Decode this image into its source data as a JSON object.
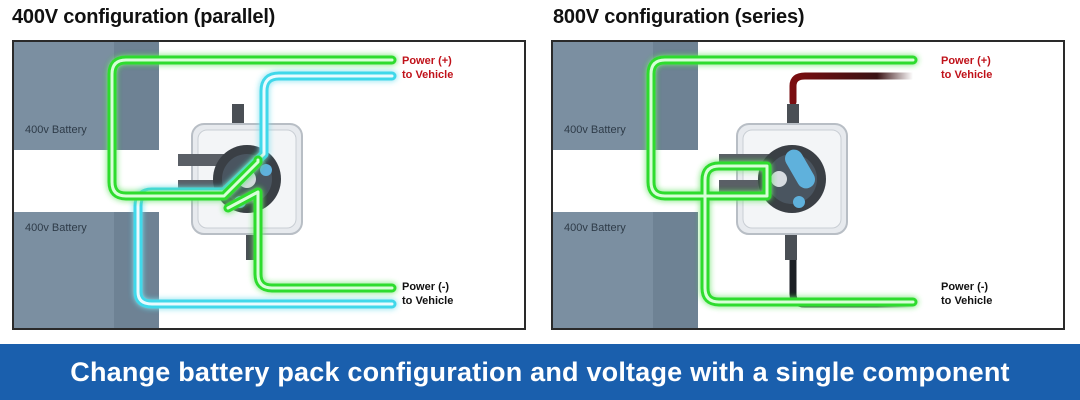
{
  "left_panel": {
    "title": "400V configuration (parallel)",
    "battery_top": "400v Battery",
    "battery_bottom": "400v Battery",
    "positive_line1": "Power (+)",
    "positive_line2": "to Vehicle",
    "negative_line1": "Power (-)",
    "negative_line2": "to Vehicle"
  },
  "right_panel": {
    "title": "800V configuration (series)",
    "battery_top": "400v Battery",
    "battery_bottom": "400v Battery",
    "positive_line1": "Power (+)",
    "positive_line2": "to Vehicle",
    "negative_line1": "Power (-)",
    "negative_line2": "to Vehicle"
  },
  "banner": {
    "text": "Change battery pack configuration and voltage with a single component"
  },
  "colors": {
    "green_wire": "#2ddc2d",
    "cyan_wire": "#3fd8ea",
    "positive_text": "#c0121a",
    "negative_text": "#111111",
    "battery_fill": "#6e8294",
    "banner_bg": "#1a5fad"
  }
}
